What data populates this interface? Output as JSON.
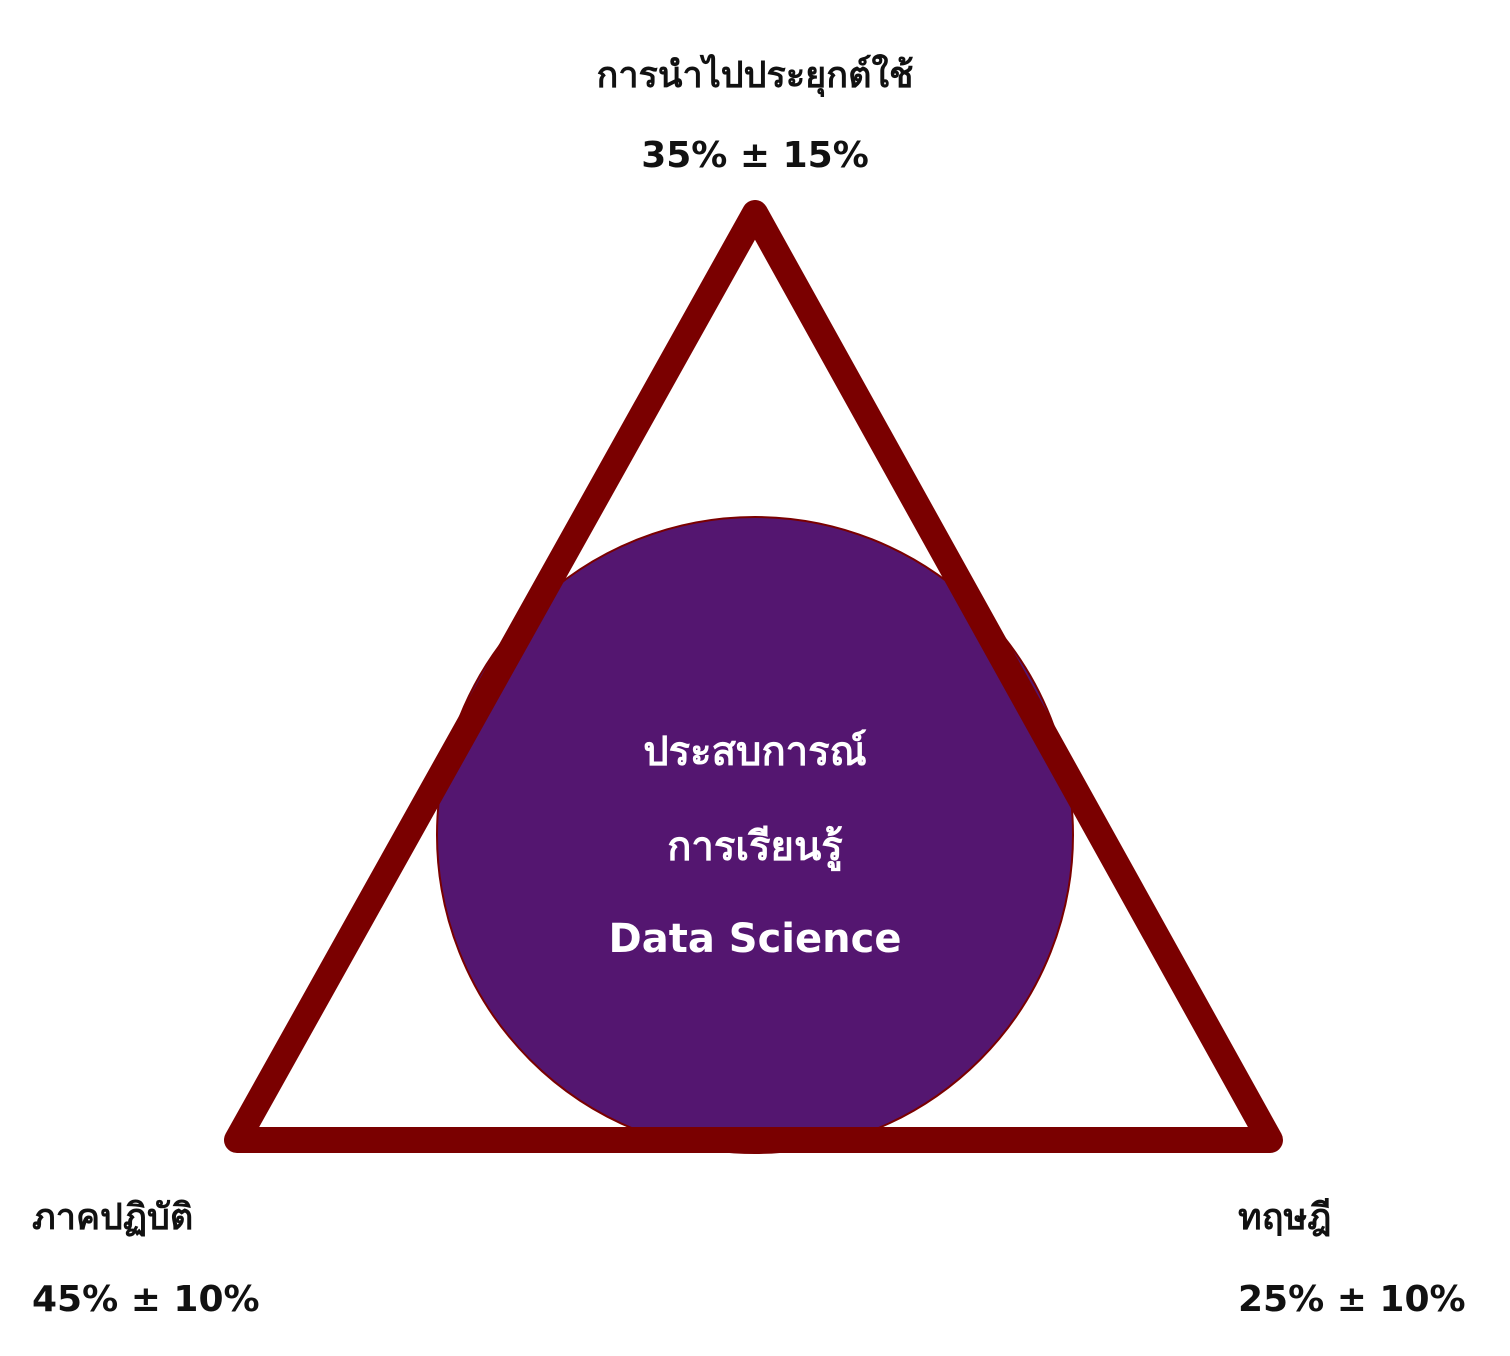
{
  "top": {
    "label": "การนำไปประยุกต์ใช้",
    "value": "35% ± 15%"
  },
  "bottom_left": {
    "label": "ภาคปฏิบัติ",
    "value": "45% ± 10%"
  },
  "bottom_right": {
    "label": "ทฤษฎี",
    "value": "25% ± 10%"
  },
  "center": {
    "line1": "ประสบการณ์",
    "line2": "การเรียนรู้",
    "line3": "Data Science"
  },
  "colors": {
    "triangle": "#7a0000",
    "circle": "#541670",
    "text": "#111111",
    "center_text": "#ffffff"
  }
}
